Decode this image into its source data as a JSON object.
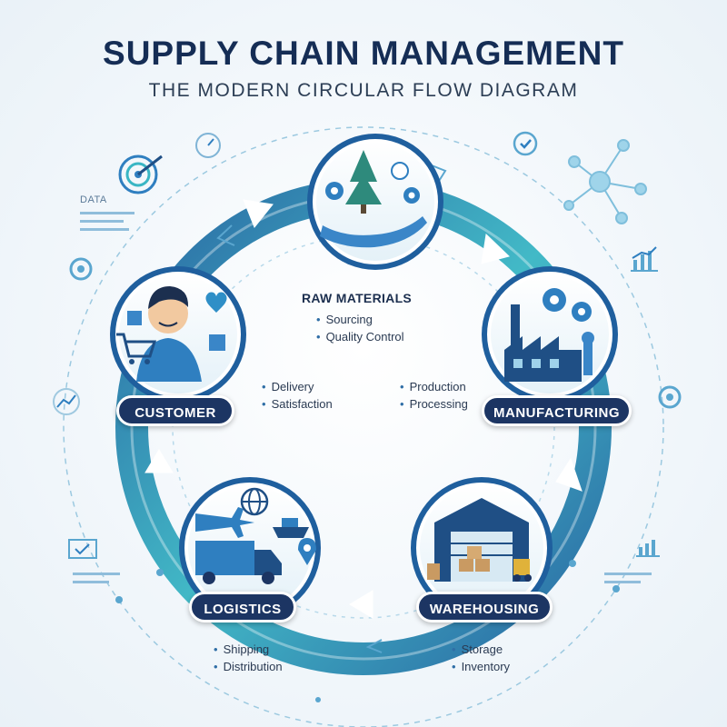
{
  "header": {
    "title": "SUPPLY CHAIN MANAGEMENT",
    "subtitle": "THE MODERN CIRCULAR FLOW DIAGRAM"
  },
  "stages": {
    "raw_materials": {
      "label": "RAW MATERIALS",
      "bullets": [
        "Sourcing",
        "Quality Control"
      ]
    },
    "manufacturing": {
      "label": "MANUFACTURING",
      "bullets": [
        "Production",
        "Processing"
      ]
    },
    "warehousing": {
      "label": "WAREHOUSING",
      "bullets": [
        "Storage",
        "Inventory"
      ]
    },
    "logistics": {
      "label": "LOGISTICS",
      "bullets": [
        "Shipping",
        "Distribution"
      ]
    },
    "customer": {
      "label": "CUSTOMER",
      "bullets": [
        "Delivery",
        "Satisfaction"
      ]
    }
  },
  "decor": {
    "data_label": "DATA"
  },
  "colors": {
    "navy": "#1c3563",
    "ring_dark": "#1f5f9e",
    "ring_light": "#39b6c4",
    "accent": "#2f7fc0"
  }
}
